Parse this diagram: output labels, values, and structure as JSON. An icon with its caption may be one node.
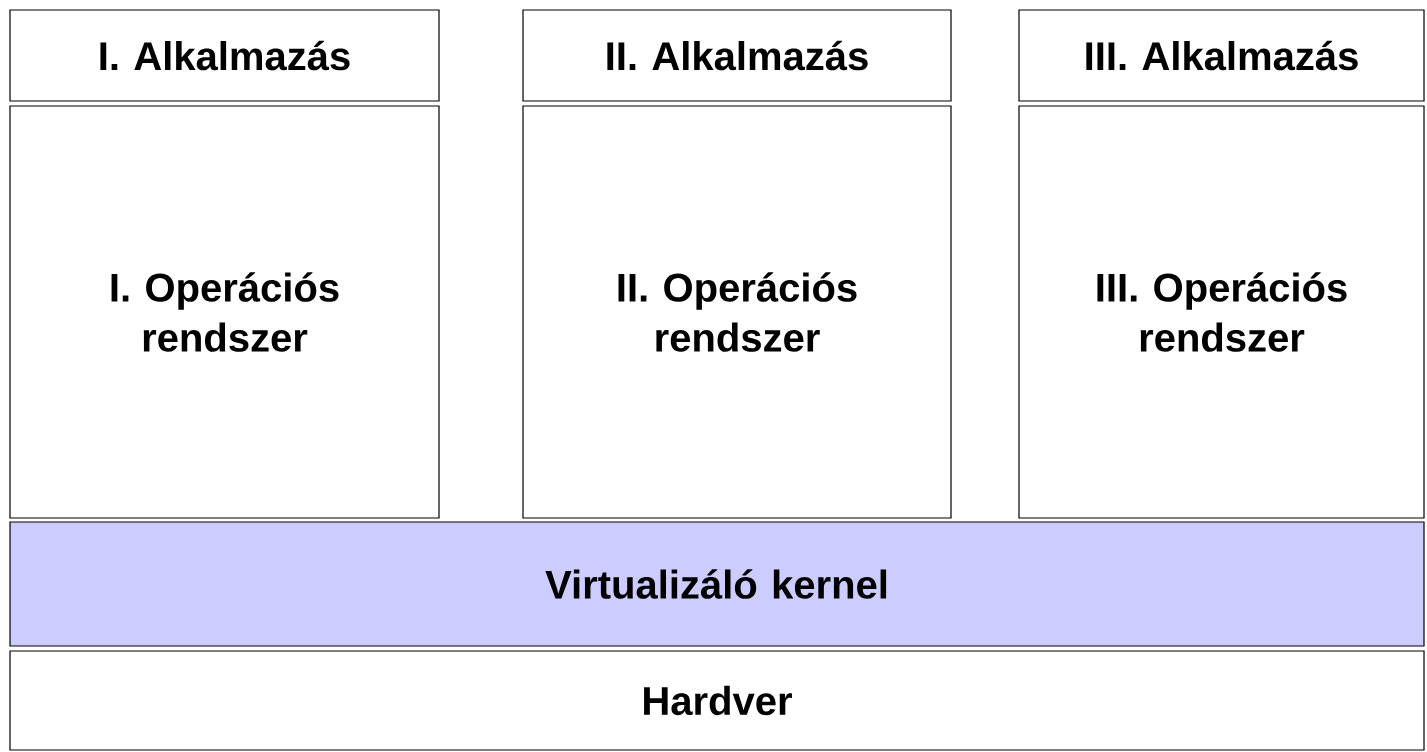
{
  "diagram": {
    "nodes": [
      {
        "text": [
          "I. Alkalmazás"
        ]
      },
      {
        "text": [
          "II. Alkalmazás"
        ]
      },
      {
        "text": [
          "III. Alkalmazás"
        ]
      },
      {
        "text": [
          "I. Operációs rendszer"
        ]
      },
      {
        "text": [
          "II. Operációs rendszer"
        ]
      },
      {
        "text": [
          "III. Operációs rendszer"
        ]
      },
      {
        "text": [
          "Virtualizáló kernel"
        ]
      },
      {
        "text": [
          "Hardver"
        ]
      }
    ]
  }
}
